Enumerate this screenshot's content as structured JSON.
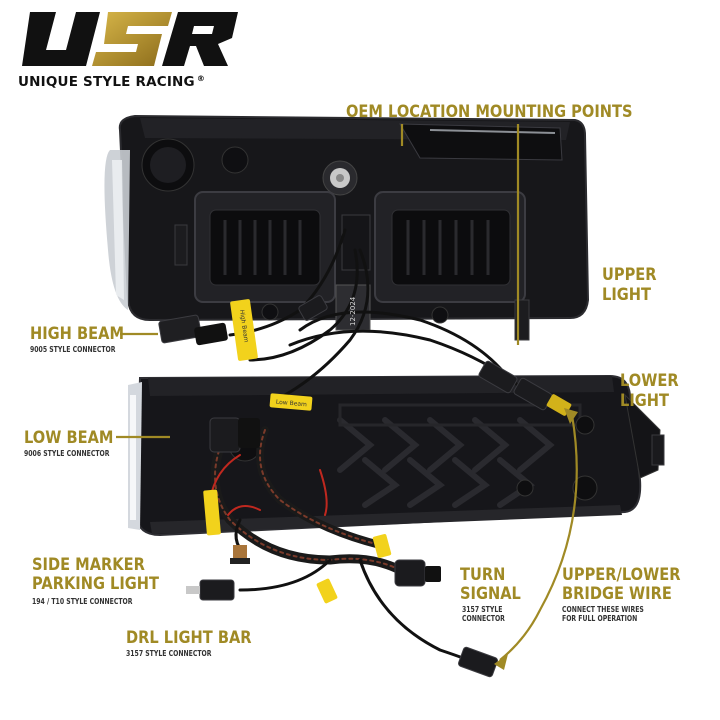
{
  "brand": {
    "logo_text": "USR",
    "tagline": "UNIQUE STYLE RACING",
    "registered": "®"
  },
  "colors": {
    "accent_gold": "#a08a25",
    "logo_gold": "#b08e2c",
    "housing_dark": "#1a1a1c",
    "tag_yellow": "#f2d21c"
  },
  "labels": {
    "oem": "OEM LOCATION MOUNTING POINTS",
    "upper_light": [
      "UPPER",
      "LIGHT"
    ],
    "lower_light": [
      "LOWER",
      "LIGHT"
    ],
    "high_beam": {
      "title": "HIGH BEAM",
      "sub": "9005 STYLE CONNECTOR"
    },
    "low_beam": {
      "title": "LOW BEAM",
      "sub": "9006 STYLE CONNECTOR"
    },
    "side_marker": {
      "title": [
        "SIDE MARKER",
        "PARKING LIGHT"
      ],
      "sub": "194 / T10 STYLE CONNECTOR"
    },
    "drl": {
      "title": "DRL LIGHT BAR",
      "sub": "3157 STYLE CONNECTOR"
    },
    "turn_signal": {
      "title": [
        "TURN",
        "SIGNAL"
      ],
      "sub": [
        "3157 STYLE",
        "CONNECTOR"
      ]
    },
    "bridge": {
      "title": [
        "UPPER/LOWER",
        "BRIDGE WIRE"
      ],
      "sub": [
        "CONNECT THESE WIRES",
        "FOR FULL OPERATION"
      ]
    }
  },
  "product_markings": {
    "date_code": "12-2024",
    "tag_high_beam": "High Beam",
    "tag_low_beam": "Low Beam"
  }
}
